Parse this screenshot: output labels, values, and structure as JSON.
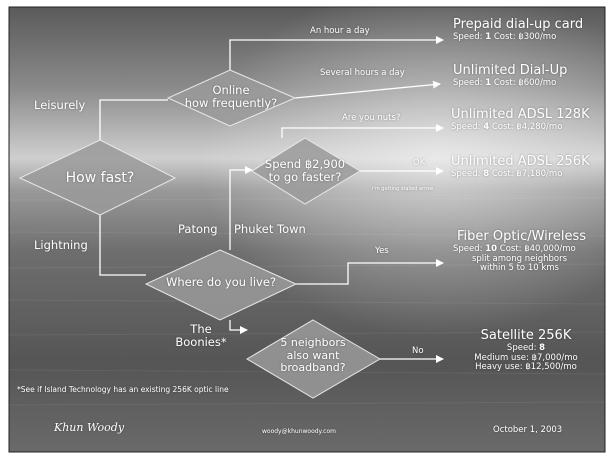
{
  "decisions": {
    "how_fast": "How fast?",
    "online": [
      "Online",
      "how frequently?"
    ],
    "spend": [
      "Spend ฿2,900",
      "to go faster?"
    ],
    "where": "Where do you live?",
    "neighbors": [
      "5 neighbors",
      "also want",
      "broadband?"
    ]
  },
  "edges": {
    "leisurely": "Leisurely",
    "lightning": "Lightning",
    "hour": "An hour a day",
    "several": "Several hours a day",
    "nuts": "Are you nuts?",
    "ok": "OK",
    "ok_note": "I'm getting stalled arrow",
    "patong": "Patong",
    "phuket": "Phuket Town",
    "boonies": [
      "The",
      "Boonies*"
    ],
    "yes": "Yes",
    "no": "No"
  },
  "outcomes": {
    "prepaid": {
      "title": "Prepaid dial-up card",
      "speed_label": "Speed:",
      "speed": "1",
      "cost": "Cost: ฿300/mo"
    },
    "unlimited_dialup": {
      "title": "Unlimited Dial-Up",
      "speed_label": "Speed:",
      "speed": "1",
      "cost": "Cost: ฿600/mo"
    },
    "adsl128": {
      "title": "Unlimited ADSL 128K",
      "speed_label": "Speed:",
      "speed": "4",
      "cost": "Cost: ฿4,280/mo"
    },
    "adsl256": {
      "title": "Unlimited ADSL 256K",
      "speed_label": "Speed:",
      "speed": "8",
      "cost": "Cost: ฿7,180/mo"
    },
    "fiber": {
      "title": "Fiber Optic/Wireless",
      "speed_label": "Speed:",
      "speed": "10",
      "cost": "Cost: ฿40,000/mo",
      "note1": "split among neighbors",
      "note2": "within 5 to 10 kms"
    },
    "satellite": {
      "title": "Satellite 256K",
      "speed_label": "Speed:",
      "speed": "8",
      "medium": "Medium use: ฿7,000/mo",
      "heavy": "Heavy use: ฿12,500/mo"
    }
  },
  "footnote": "*See if Island Technology has an existing 256K optic line",
  "signature": "Khun Woody",
  "email": "woody@khunwoody.com",
  "date": "October 1, 2003"
}
